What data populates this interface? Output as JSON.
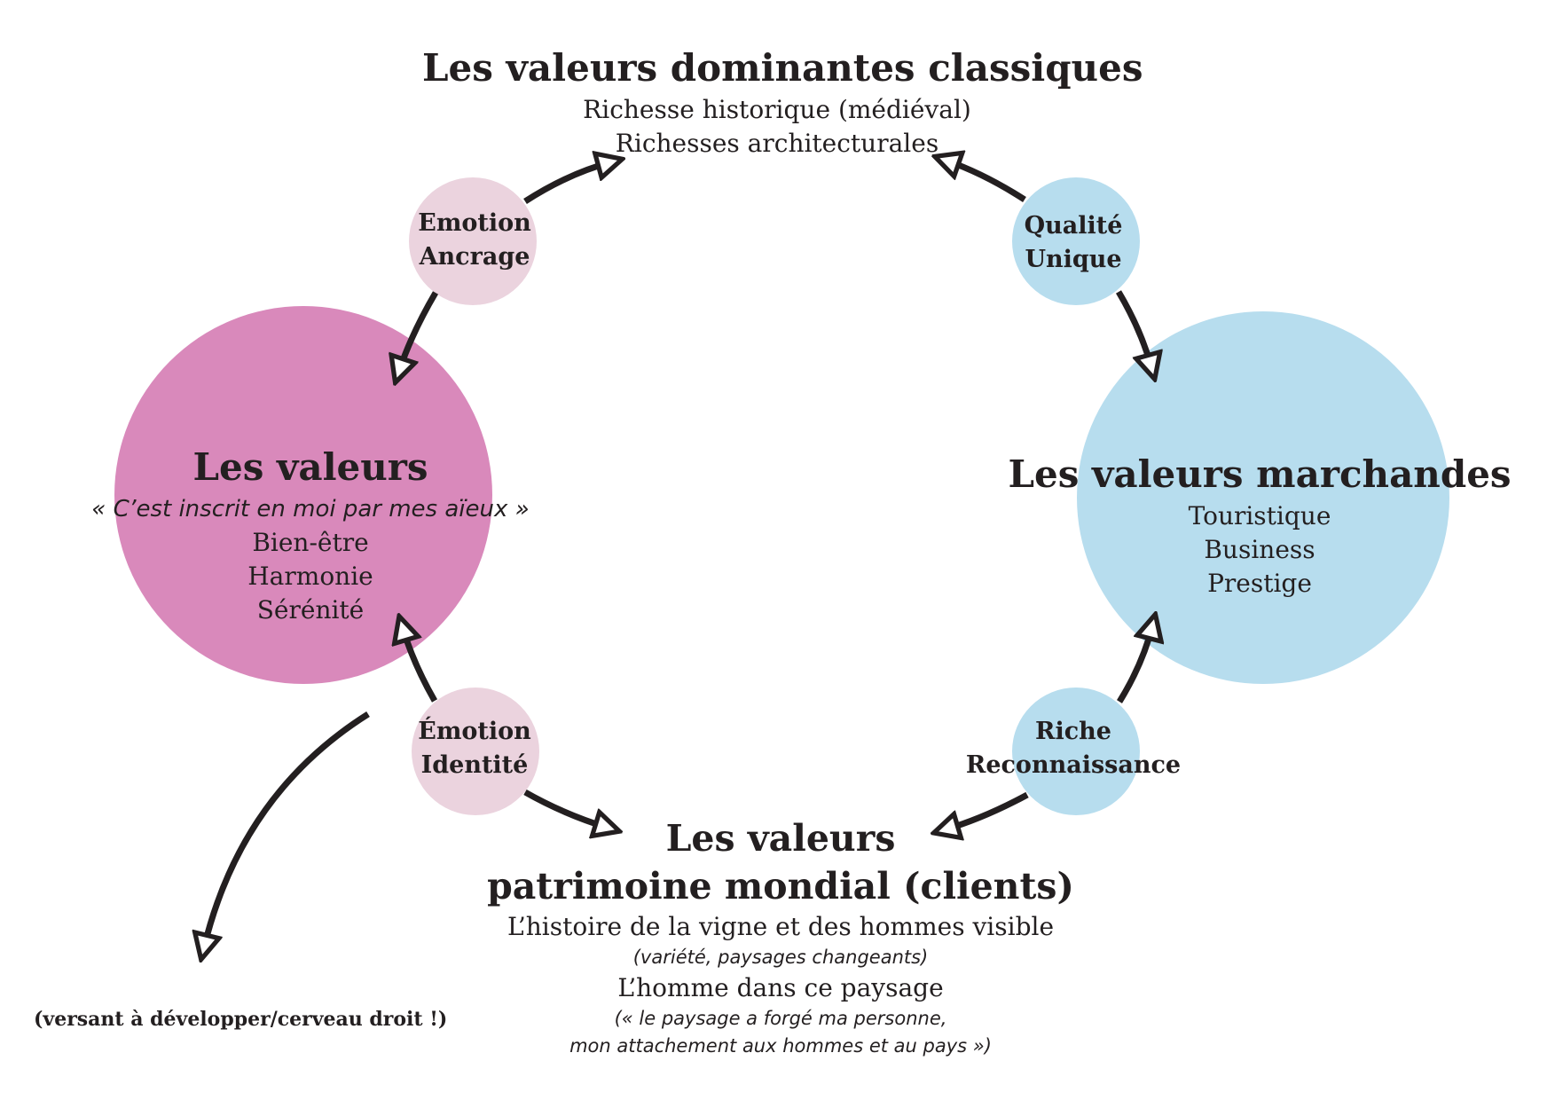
{
  "colors": {
    "pink_main": "#d989bb",
    "pink_light": "#ebd3de",
    "blue_main": "#b7ddee",
    "blue_light": "#b7ddee",
    "arrow": "#231f20",
    "text": "#231f20"
  },
  "top": {
    "title": "Les valeurs dominantes classiques",
    "lines": [
      "Richesse historique (médiéval)",
      "Richesses architecturales"
    ]
  },
  "left": {
    "title": "Les valeurs",
    "quote": "« C’est inscrit en moi par mes aïeux »",
    "lines": [
      "Bien-être",
      "Harmonie",
      "Sérénité"
    ]
  },
  "right": {
    "title": "Les valeurs marchandes",
    "lines": [
      "Touristique",
      "Business",
      "Prestige"
    ]
  },
  "bottom": {
    "title_line1": "Les valeurs",
    "title_line2": "patrimoine mondial (clients)",
    "line1": "L’histoire de la vigne et des hommes visible",
    "note1": "(variété, paysages changeants)",
    "line2": "L’homme dans ce paysage",
    "note2_line1": "(« le paysage a forgé ma personne,",
    "note2_line2": "mon attachement aux hommes et au pays »)"
  },
  "nodes": {
    "top_left": [
      "Emotion",
      "Ancrage"
    ],
    "top_right": [
      "Qualité",
      "Unique"
    ],
    "bottom_left": [
      "Émotion",
      "Identité"
    ],
    "bottom_right": [
      "Riche",
      "Reconnaissance"
    ]
  },
  "footnote": "(versant à développer/cerveau droit !)"
}
